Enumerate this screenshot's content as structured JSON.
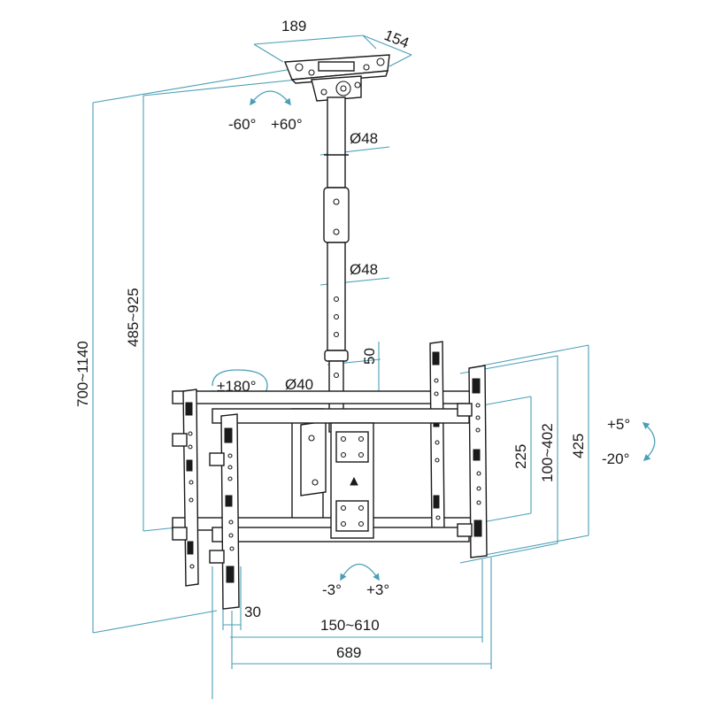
{
  "dimensions": {
    "plate_width": "189",
    "plate_depth": "154",
    "tube_upper_diameter": "Ø48",
    "tube_mid_diameter": "Ø48",
    "tube_lower_diameter": "Ø40",
    "tube_end": "50",
    "total_height": "700~1140",
    "pole_length": "485~925",
    "vesa_vertical_min": "225",
    "vesa_vertical_range": "100~402",
    "frame_height": "425",
    "vesa_horizontal_range": "150~610",
    "frame_width": "689",
    "bracket_width": "30"
  },
  "rotations": {
    "swivel_left": "-60°",
    "swivel_right": "+60°",
    "rotate": "±180°",
    "tilt_up": "+5°",
    "tilt_down": "-20°",
    "level_left": "-3°",
    "level_right": "+3°"
  },
  "colors": {
    "dimension_lines": "#4a9fb5",
    "drawing": "#1a1a1a"
  }
}
